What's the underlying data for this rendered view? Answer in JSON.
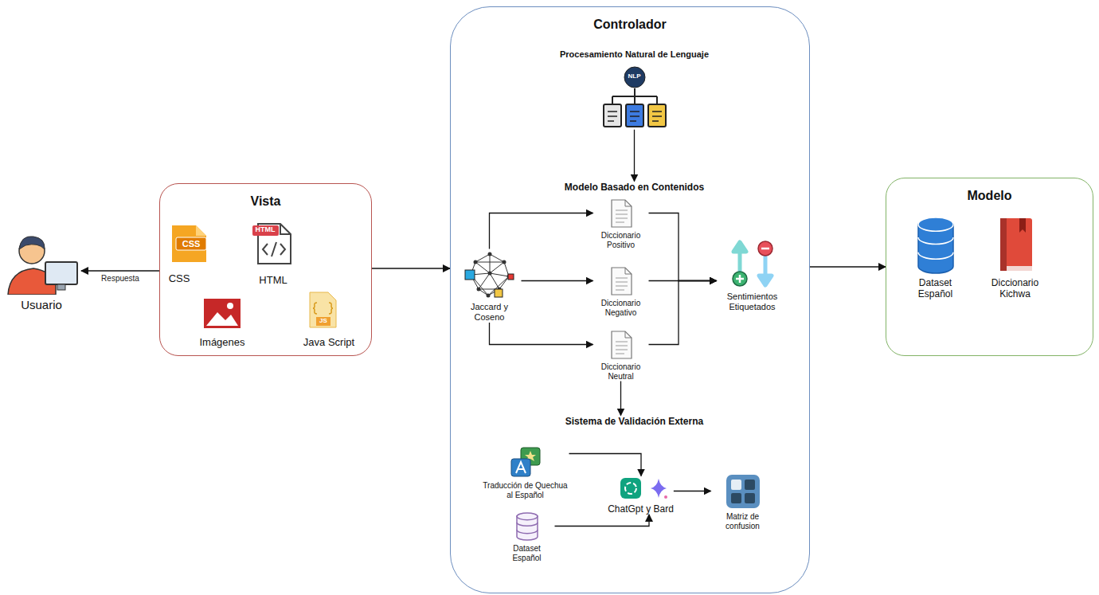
{
  "diagram": {
    "nodes": [
      {
        "text": [
          "Usuario"
        ]
      },
      {
        "text": [
          "Vista"
        ]
      },
      {
        "text": [
          "Controlador"
        ]
      },
      {
        "text": [
          "Procesamiento Natural de Lenguaje"
        ],
        "in": 2
      },
      {
        "text": [
          "Modelo Basado en Contenidos"
        ],
        "in": 2
      },
      {
        "text": [
          "Jaccard y Coseno"
        ],
        "in": 2
      },
      {
        "text": [
          "Diccionario Positivo"
        ],
        "in": 2
      },
      {
        "text": [
          "Diccionario Negativo"
        ],
        "in": 2
      },
      {
        "text": [
          "Diccionario Neutral"
        ],
        "in": 2
      },
      {
        "text": [
          "Sentimientos Etiquetados"
        ],
        "in": 2
      },
      {
        "text": [
          "Sistema de Validación Externa"
        ],
        "in": 2
      },
      {
        "text": [
          "Traducción de Quechua al Español"
        ],
        "in": 2
      },
      {
        "text": [
          "Dataset Español"
        ],
        "in": 2
      },
      {
        "text": [
          "ChatGpt y Bard"
        ],
        "in": 2
      },
      {
        "text": [
          "Matriz de confusion"
        ],
        "in": 2
      },
      {
        "text": [
          "Modelo"
        ]
      },
      {
        "text": [
          "Dataset Español"
        ],
        "in": 15
      },
      {
        "text": [
          "Diccionario Kichwa"
        ],
        "in": 15
      }
    ],
    "edges": [
      {
        "from": 1,
        "to": 0,
        "label": "Respuesta",
        "arrow": "to"
      },
      {
        "from": 1,
        "to": 2,
        "arrow": "to"
      },
      {
        "from": 3,
        "to": 4,
        "arrow": "to"
      },
      {
        "from": 5,
        "to": 6,
        "arrow": "to"
      },
      {
        "from": 5,
        "to": 7,
        "arrow": "to"
      },
      {
        "from": 5,
        "to": 8,
        "arrow": "to"
      },
      {
        "from": 6,
        "to": 9,
        "arrow": "to"
      },
      {
        "from": 7,
        "to": 9,
        "arrow": "to"
      },
      {
        "from": 8,
        "to": 9,
        "arrow": "to"
      },
      {
        "from": 8,
        "to": 10,
        "arrow": "to"
      },
      {
        "from": 2,
        "to": 15,
        "arrow": "to"
      },
      {
        "from": 11,
        "to": 13,
        "arrow": "to"
      },
      {
        "from": 12,
        "to": 13,
        "arrow": "to"
      },
      {
        "from": 13,
        "to": 14,
        "arrow": "to"
      }
    ],
    "labels": [
      "CSS",
      "CSS",
      "HTML",
      "HTML",
      "Imágenes",
      "JS",
      "Java Script",
      "NLP"
    ]
  }
}
